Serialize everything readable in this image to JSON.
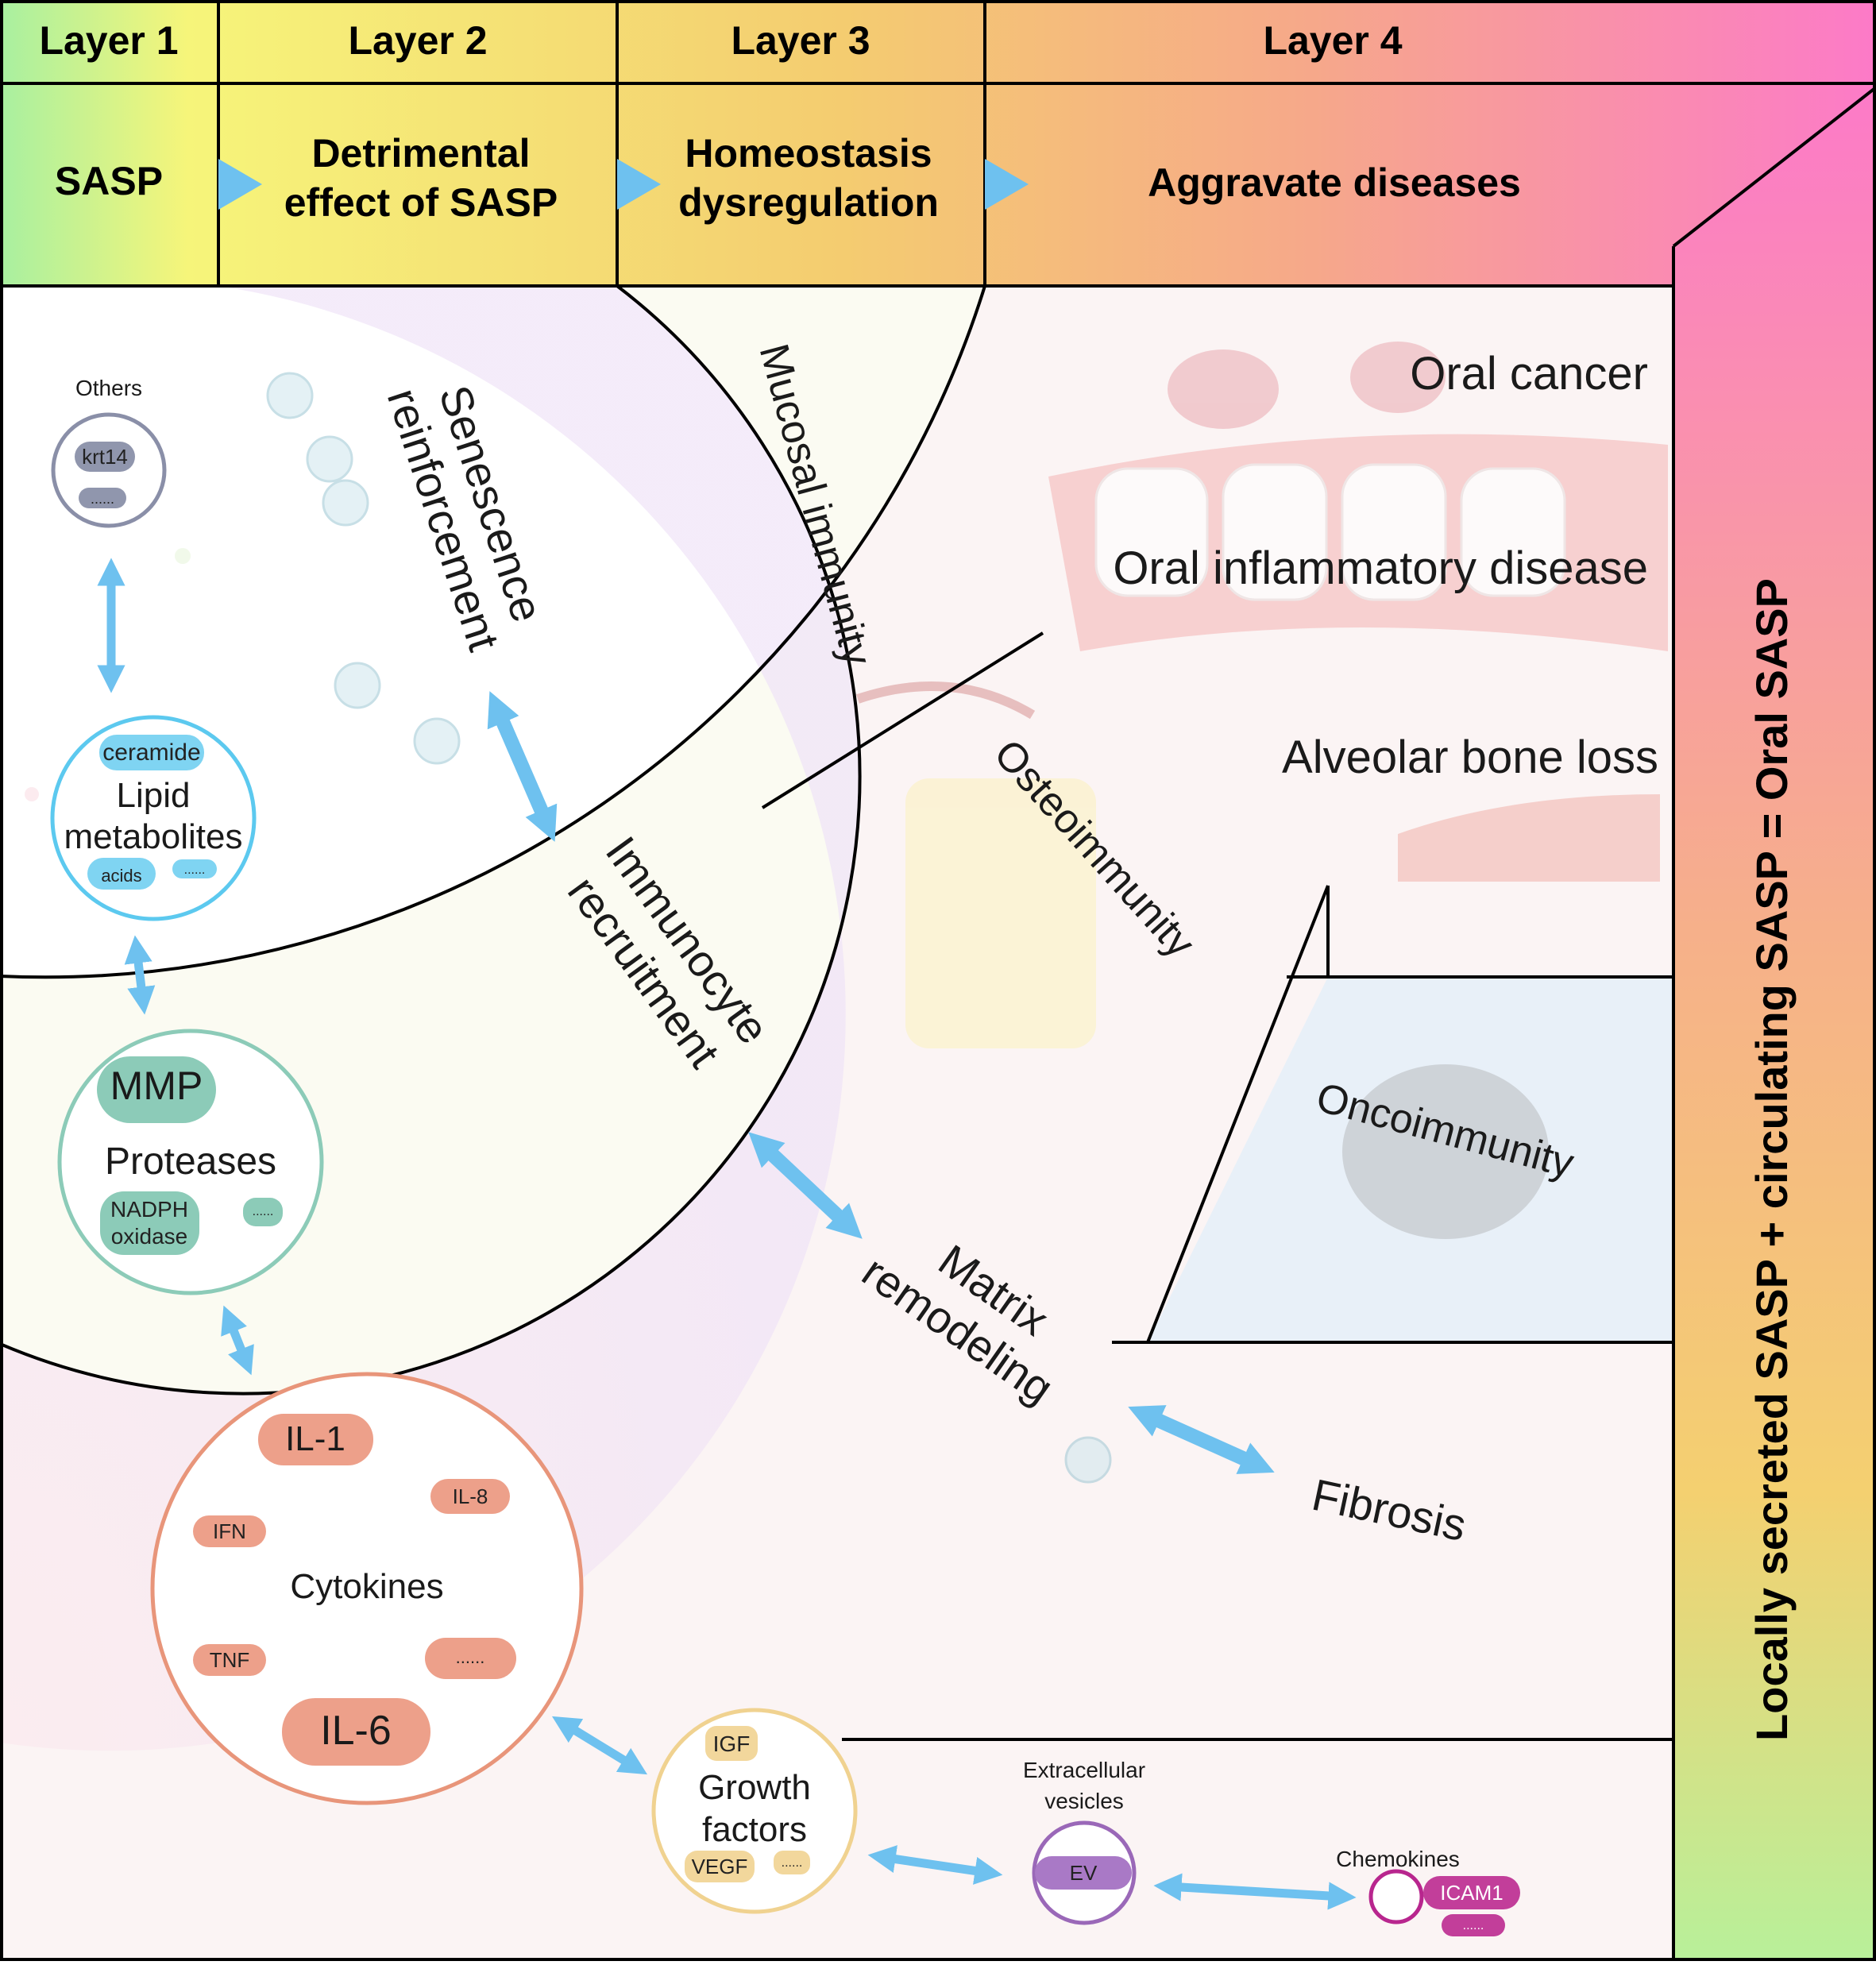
{
  "header": {
    "layers": [
      "Layer 1",
      "Layer 2",
      "Layer 3",
      "Layer 4"
    ],
    "stage1": "SASP",
    "stage2_line1": "Detrimental",
    "stage2_line2": "effect of SASP",
    "stage3_line1": "Homeostasis",
    "stage3_line2": "dysregulation",
    "stage4": "Aggravate diseases"
  },
  "side_banner": "Locally secreted SASP + circulating SASP = Oral SASP",
  "layer2_effects": {
    "senescence_line1": "Senescence",
    "senescence_line2": "reinforcement",
    "immuno_line1": "Immunocyte",
    "immuno_line2": "recruitment",
    "matrix_line1": "Matrix",
    "matrix_line2": "remodeling",
    "fibrosis": "Fibrosis"
  },
  "layer3_processes": {
    "mucosal": "Mucosal immunity",
    "osteo": "Osteoimmunity",
    "onco": "Oncoimmunity"
  },
  "layer4_diseases": {
    "cancer": "Oral cancer",
    "inflammatory": "Oral inflammatory disease",
    "bone_loss": "Alveolar bone loss"
  },
  "sasp_components": {
    "others": {
      "title": "Others",
      "item1": "krt14",
      "item2": "......"
    },
    "lipid": {
      "line1": "Lipid",
      "line2": "metabolites",
      "item1": "ceramide",
      "item2": "acids",
      "item3": "......"
    },
    "proteases": {
      "title": "Proteases",
      "item1": "MMP",
      "item2_line1": "NADPH",
      "item2_line2": "oxidase",
      "item3": "......"
    },
    "cytokines": {
      "title": "Cytokines",
      "il1": "IL-1",
      "il8": "IL-8",
      "ifn": "IFN",
      "tnf": "TNF",
      "il6": "IL-6",
      "more": "......"
    },
    "growth": {
      "line1": "Growth",
      "line2": "factors",
      "item1": "IGF",
      "item2": "VEGF",
      "item3": "......"
    },
    "ev": {
      "line1": "Extracellular",
      "line2": "vesicles",
      "item1": "EV"
    },
    "chemokines": {
      "title": "Chemokines",
      "item1": "ICAM1",
      "item2": "......"
    }
  },
  "colors": {
    "arrow": "#6ec1ef",
    "others": "#8a8fa8",
    "lipid": "#5cc9ef",
    "proteases": "#8ccbb8",
    "cytokines": "#e8957a",
    "growth": "#f0d290",
    "ev": "#9a68b8",
    "chemokines": "#b8268e"
  }
}
